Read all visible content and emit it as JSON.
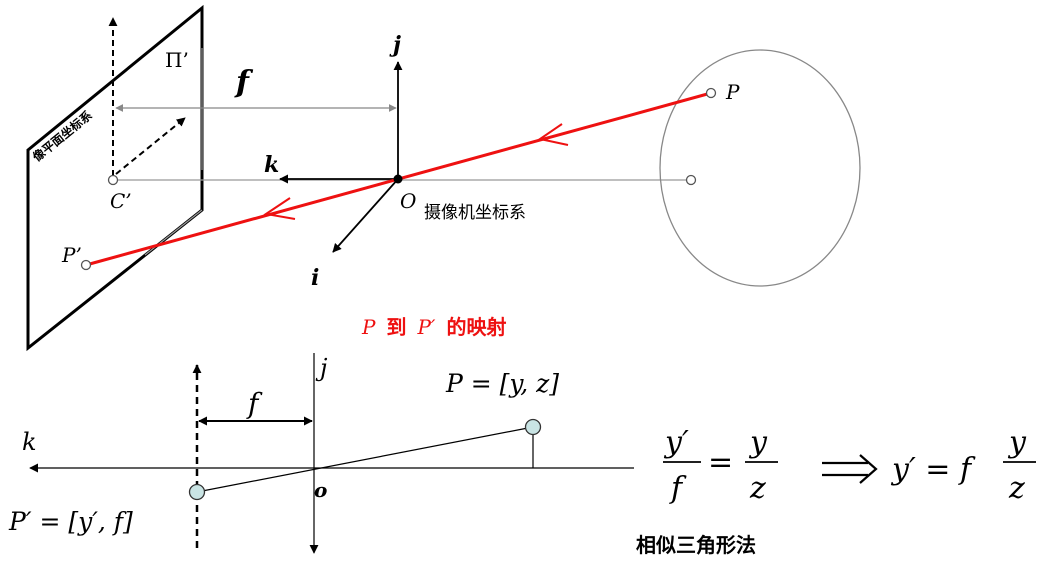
{
  "top": {
    "plane_label": "Π’",
    "focal_label": "f",
    "axis_j": "j",
    "axis_k": "k",
    "axis_i": "i",
    "origin_label": "O",
    "camera_coords": "摄像机坐标系",
    "image_plane_coords": "像平面坐标系",
    "point_p": "P",
    "point_p_prime": "P’",
    "point_c_prime": "C’",
    "mapping_p": "P",
    "mapping_to": "到",
    "mapping_p_prime": "P′",
    "mapping_rest": "的映射"
  },
  "bottom": {
    "axis_j": "j",
    "axis_k": "k",
    "origin": "o",
    "focal": "f",
    "p_coord": "P = [y, z]",
    "p_prime_coord": "P′ = [y′, f]",
    "eq_num_left": "y′",
    "eq_den_left": "f",
    "eq_equals": "=",
    "eq_num_right": "y",
    "eq_den_right": "z",
    "result_lhs": "y′ = f",
    "result_num": "y",
    "result_den": "z",
    "method": "相似三角形法"
  },
  "colors": {
    "ray": "#ee1111",
    "mapping_text": "#ee1111",
    "point_fill": "#c9e4e4",
    "line": "#000000",
    "guide": "#888888"
  }
}
